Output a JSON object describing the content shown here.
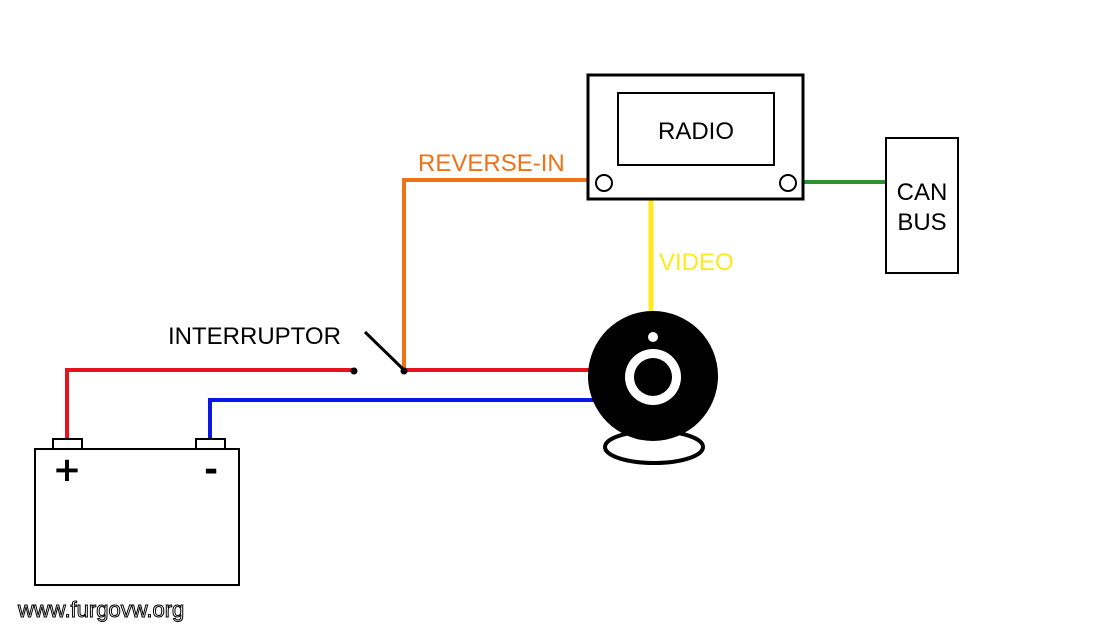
{
  "radio": {
    "label": "RADIO"
  },
  "canbus": {
    "line1": "CAN",
    "line2": "BUS"
  },
  "switch": {
    "label": "INTERRUPTOR"
  },
  "wires": {
    "reverse_in": {
      "label": "REVERSE-IN",
      "color": "#F07217"
    },
    "video": {
      "label": "VIDEO",
      "color": "#FFE91E"
    },
    "can": {
      "color": "#2F912F"
    },
    "positive": {
      "color": "#E6121D"
    },
    "negative": {
      "color": "#0A17E6"
    }
  },
  "battery": {
    "plus_label": "+",
    "minus_label": "-"
  },
  "footer": {
    "site": "www.furgovw.org"
  }
}
